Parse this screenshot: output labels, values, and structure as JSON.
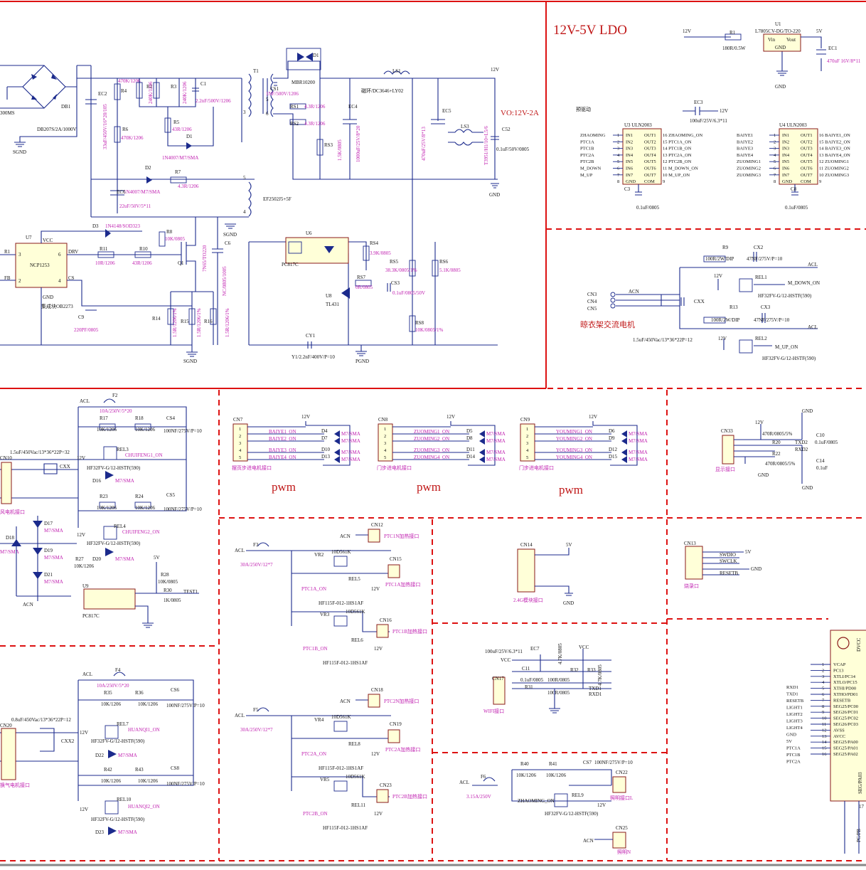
{
  "titles": {
    "ldo": "12V-5V LDO",
    "vo": "VO:12V-2A",
    "predrive": "预驱动",
    "motor": "晾衣架交流电机",
    "pwm1": "pwm",
    "pwm2": "pwm",
    "pwm3": "pwm"
  },
  "ldo": {
    "u1": "U1",
    "part": "L7805CV-DG/TO-220",
    "vin": "Vin",
    "vout": "Vout",
    "gnd": "GND",
    "r1": "R1",
    "r1_val": "180R/0.5W",
    "ec1": "EC1",
    "ec1_val": "470uF 16V/8*11",
    "net_in": "12V",
    "net_out": "5V",
    "ground": "GND"
  },
  "power": {
    "u7": "U7",
    "u7_part": "NCP1253",
    "u7_note": "集成块OB2273",
    "vcc": "VCC",
    "drv": "DRV",
    "cs": "CS",
    "fb": "FB",
    "gnd": "GND",
    "db1": "DB1",
    "db1_part": "DB207S/2A/1000V",
    "ec2": "EC2",
    "ec2_val": "33uF/450V/16*20/105",
    "r4": "R4",
    "r4_val": "470K/1206",
    "r6": "R6",
    "r6_val": "470K/1206",
    "r2": "R2",
    "r2_val": "240K/1206",
    "r3": "R3",
    "r3_val": "240K/1206",
    "c1": "C1",
    "c1_val": "2.2nF/500V/1206",
    "r5": "R5",
    "r5_val": "43R/1206",
    "d1": "D1",
    "d1_part": "1N4007/M7/SMA",
    "d2": "D2",
    "r7": "R7",
    "r7_val": "4.3R/1206",
    "ec6": "EC6",
    "ec6_part": "1N4007/M7/SMA",
    "ec6_val": "22uF/50V/5*11",
    "d3": "D3",
    "d3_part": "1N4148/SOD323",
    "r11": "R11",
    "r11_val": "10R/1206",
    "r10": "R10",
    "r10_val": "43R/1206",
    "r8": "R8",
    "r8_val": "10K/0805",
    "q1": "Q1",
    "q1_part": "7N65/TO220",
    "c6": "C6",
    "c6_val": "NC/0805/1005",
    "r14": "R14",
    "r14_val": "1.5R/1206/1%",
    "r15": "R15",
    "r15_val": "1.5R/1206/1%",
    "r16": "R16",
    "r16_val": "1.5R/1206/1%",
    "c9": "C9",
    "c9_val": "220PF/0805",
    "t1": "T1",
    "t1_part": "EF2502J5+5F",
    "cs1": "CS1",
    "cs1_val": "1NF/500V/1206",
    "d_out": "D1",
    "d_out_part": "MBR10200",
    "rs1": "RS1",
    "rs1_val": "4.3R/1206",
    "rs2": "RS2",
    "rs2_val": "4.3R/1206",
    "ec4": "EC4",
    "ec4_val": "1000uF/25V/8*20",
    "rs3": "RS3",
    "rs3_val": "1.5K/0805",
    "ls1": "LS1",
    "ls1_part": "磁环/DC3646+LY02",
    "ec5": "EC5",
    "ec5_val": "470uF/25V/8*13",
    "ls3": "LS3",
    "ls3_part": "T3951/H1/10+L5/6",
    "c52": "C52",
    "c52_val": "0.1uF/50V/0805",
    "net_12v": "12V",
    "u6": "U6",
    "u6_part": "PC817C",
    "rs4": "RS4",
    "rs4_val": "3.9K/0805",
    "rs5": "RS5",
    "rs5_val": "38.3K/0805/1%",
    "rs6": "RS6",
    "rs6_val": "5.1K/0805",
    "rs7": "RS7",
    "rs7_val": "0R/0805",
    "cs3": "CS3",
    "cs3_val": "0.1uF/0805/50V",
    "u8": "U8",
    "u8_part": "TL431",
    "rs8": "RS8",
    "rs8_val": "10K/0805/1%",
    "cy1": "CY1",
    "cy1_val": "Y1/2.2nF/400V/P=10",
    "sgnd": "SGND",
    "pgnd": "PGND",
    "cn_left": "R1",
    "fb_left": "FB",
    "v300": "300MS"
  },
  "predrive": {
    "u3": "U3 ULN2003",
    "u4": "U4 ULN2003",
    "ec3": "EC3",
    "ec3_val": "100uF/25V/6.3*11",
    "net_12v": "12V",
    "in_pins": [
      "IN1",
      "IN2",
      "IN3",
      "IN4",
      "IN5",
      "IN6",
      "IN7",
      "GND"
    ],
    "out_pins": [
      "OUT1",
      "OUT2",
      "OUT3",
      "OUT4",
      "OUT5",
      "OUT6",
      "OUT7",
      "COM"
    ],
    "u3_inputs": [
      "ZHAOMING",
      "PTC1A",
      "PTC1B",
      "PTC2A",
      "PTC2B",
      "M_DOWN",
      "M_UP"
    ],
    "u3_outputs": [
      "16 ZHAOMING_ON",
      "15 PTC1A_ON",
      "14 PTC1B_ON",
      "13 PTC2A_ON",
      "12 PTC2B_ON",
      "11 M_DOWN_ON",
      "10 M_UP_ON",
      "9"
    ],
    "u4_inputs": [
      "BAIYE1",
      "BAIYE2",
      "BAIYE3",
      "BAIYE4",
      "ZUOMING1",
      "ZUOMING2",
      "ZUOMING3"
    ],
    "u4_outputs": [
      "16 BAIYE1_ON",
      "15 BAIYE2_ON",
      "14 BAIYE3_ON",
      "13 BAIYE4_ON",
      "12 ZUOMING1",
      "11 ZUOMING2",
      "10 ZUOMING3",
      "9"
    ],
    "c3": "C3",
    "c3_val": "0.1uF/0805",
    "c8": "C8",
    "c8_val": "0.1uF/0805"
  },
  "motor": {
    "r9": "R9",
    "r9_val": "100R/2W/DIP",
    "cx2": "CX2",
    "cx2_val": "47NF/275V/P=10",
    "acl": "ACL",
    "acn": "ACN",
    "rel1": "REL1",
    "rel1_part": "HF32FV-G/12-HSTF(590)",
    "m_down": "M_DOWN_ON",
    "r13": "R13",
    "r13_val": "100R/2W/DIP",
    "cx3": "CX3",
    "cx3_val": "47NF/275V/P=10",
    "rel2": "REL2",
    "rel2_part": "HF32FV-G/12-HSTF(590)",
    "m_up": "M_UP_ON",
    "cxx": "CXX",
    "cxx_val": "1.5uF/450Vac/13*36*22P=12",
    "cn3": "CN3",
    "cn4": "CN4",
    "cn5": "CN5",
    "net_12v": "12V"
  },
  "pwm_blocks": [
    {
      "cn": "CN7",
      "nets": [
        "BAIYE1_ON",
        "BAIYE2_ON",
        "BAIYE3_ON",
        "BAIYE4_ON"
      ],
      "diodes": [
        "D4",
        "D7",
        "D10",
        "D13"
      ],
      "label": "摆页步进电机接口",
      "net_top": "12V"
    },
    {
      "cn": "CN8",
      "nets": [
        "ZUOMING1_ON",
        "ZUOMING2_ON",
        "ZUOMING3_ON",
        "ZUOMING4_ON"
      ],
      "diodes": [
        "D5",
        "D8",
        "D11",
        "D14"
      ],
      "label": "门步进电机接口",
      "net_top": "12V"
    },
    {
      "cn": "CN9",
      "nets": [
        "YOUMING1_ON",
        "YOUMING2_ON",
        "YOUMING3_ON",
        "YOUMING4_ON"
      ],
      "diodes": [
        "D6",
        "D9",
        "D12",
        "D15"
      ],
      "label": "门步进电机接口",
      "net_top": "12V"
    }
  ],
  "diode_part": "M7/SMA",
  "display": {
    "cn33": "CN33",
    "label": "显示接口",
    "r20": "R20",
    "r22": "R22",
    "r_val1": "470R/0805/5%",
    "r_val2": "470R/0805/5%",
    "c10": "C10",
    "c10_val": "0.1uF/0805",
    "c14": "C14",
    "c14_val": "0.1uF",
    "txd2": "TXD2",
    "rxd2": "RXD2",
    "gnd": "GND",
    "net_12v": "12V"
  },
  "fan": {
    "f2": "F2",
    "f2_val": "10A/250V/5*20",
    "acl": "ACL",
    "r17": "R17",
    "r17_val": "10K/1206",
    "r18": "R18",
    "r18_val": "10K/1206",
    "cs4": "CS4",
    "cs4_val": "100NF/275V/P=10",
    "rel3": "REL3",
    "rel3_part": "HF32FV-G/12-HSTF(590)",
    "chu1": "CHUIFENG1_ON",
    "d16": "D16",
    "r23": "R23",
    "r23_val": "10K/1206",
    "r24": "R24",
    "r24_val": "10K/1206",
    "cs5": "CS5",
    "cs5_val": "100NF/275V/P=10",
    "rel4": "REL4",
    "rel4_part": "HF32FV-G/12-HSTF(590)",
    "chu2": "CHUIFENG2_ON",
    "d20": "D20",
    "cn10": "CN10",
    "cx_val": "1.5uF/450Vac/13*36*22P=32",
    "cx": "CXX",
    "label": "风电机接口",
    "d17": "D17",
    "d18": "D18",
    "d19": "D19",
    "d21": "D21",
    "r27": "R27",
    "r27_val": "10K/1206",
    "r28": "R28",
    "r28_val": "10K/0805",
    "r30": "R30",
    "r30_val": "1K/0805",
    "u9": "U9",
    "u9_part": "PC817C",
    "test": "TEST1",
    "acn": "ACN",
    "net_5v": "5V",
    "net_12v": "12V"
  },
  "ptc": [
    {
      "f": "F3",
      "f_val": "30A/250V/12*7",
      "vr": "VR2",
      "vr_val": "10D561K",
      "rel": "REL5",
      "rel_part": "HF115F-012-1HS1AF",
      "cn_top": "CN12",
      "cn_top_label": "PTC1N加热接口",
      "cn_mid": "CN15",
      "cn_mid_label": "PTC1A加热接口",
      "on": "PTC1A_ON",
      "vr2": "VR3",
      "vr2_val": "10D561K",
      "rel2": "REL6",
      "cn_bot": "CN16",
      "cn_bot_label": "PTC1B加热接口",
      "on2": "PTC1B_ON"
    },
    {
      "f": "F5",
      "f_val": "30A/250V/12*7",
      "vr": "VR4",
      "vr_val": "10D561K",
      "rel": "REL8",
      "rel_part": "HF115F-012-1HS1AF",
      "cn_top": "CN18",
      "cn_top_label": "PTC2N加热接口",
      "cn_mid": "CN19",
      "cn_mid_label": "PTC2A加热接口",
      "on": "PTC2A_ON",
      "vr2": "VR5",
      "vr2_val": "10D561K",
      "rel2": "REL11",
      "cn_bot": "CN23",
      "cn_bot_label": "PTC2B加热接口",
      "on2": "PTC2B_ON"
    }
  ],
  "heat2": {
    "f4": "F4",
    "f4_val": "10A/250V/5*20",
    "r35": "R35",
    "r35_val": "10K/1206",
    "r36": "R36",
    "r36_val": "10K/1206",
    "cs6": "CS6",
    "cs6_val": "100NF/275V/P=10",
    "rel7": "REL7",
    "rel7_part": "HF32FV-G/12-HSTF(590)",
    "hq1": "HUANQI1_ON",
    "d22": "D22",
    "r42": "R42",
    "r42_val": "10K/1206",
    "r43": "R43",
    "r43_val": "10K/1206",
    "cs8": "CS8",
    "cs8_val": "100NF/275V/P=10",
    "rel10": "REL10",
    "rel10_part": "HF32FV-G/12-HSTF(590)",
    "hq2": "HUANQI2_ON",
    "d23": "D23",
    "cn20": "CN20",
    "cx_val": "0.8uF/450Vac/13*36*22P=12",
    "cx": "CXX2",
    "label": "换气电机接口"
  },
  "misc": {
    "cn14": "CN14",
    "cn14_label": "2.4G模块接口",
    "net_5v": "5V",
    "gnd": "GND",
    "cn13": "CN13",
    "cn13_label": "烧录口",
    "swdio": "SWDIO",
    "swclk": "SWCLK",
    "reset": "RESETB",
    "gnd2": "GND",
    "ec7": "EC7",
    "ec7_val": "100uF/25V/6.3*11",
    "c11": "C11",
    "c11_val": "0.1uF/0805",
    "r31": "R31",
    "r32": "R32",
    "r33": "R33",
    "r_val": "100R/0805",
    "r_val2": "4.7K/0805",
    "cn17": "CN17",
    "cn17_label": "WIFI接口",
    "txd": "TXD1",
    "rxd": "RXD1",
    "vcc": "VCC",
    "f6": "F6",
    "f6_val": "3.15A/250V",
    "r40": "R40",
    "r40_val": "10K/1206",
    "r41": "R41",
    "r41_val": "10K/1206",
    "cs7": "CS7",
    "cs7_val": "100NF/275V/P=10",
    "rel9": "REL9",
    "rel9_part": "HF32FV-G/12-HSTF(590)",
    "zhaoming": "ZHAOMING_ON",
    "cn22": "CN22",
    "cn22_label": "照明接口L",
    "cn25": "CN25",
    "cn25_label": "照明N",
    "acl": "ACL",
    "acn": "ACN",
    "net_12v": "12V"
  },
  "mcu": {
    "pins": [
      "VCAP",
      "PC13",
      "XTLI/PC14",
      "XTLO/PC15",
      "XTHI/PD00",
      "XTHO/PD01",
      "RESETB",
      "SEG25/PC00",
      "SEG26/PC01",
      "SEG25/PC02",
      "SEG26/PC03",
      "AVSS",
      "AVCC",
      "SEG25/PA00",
      "SEG25/PA01",
      "SEG25/PA02"
    ],
    "nets": [
      "RXD1",
      "TXD1",
      "RESETB",
      "LIGHT1",
      "LIGHT2",
      "LIGHT3",
      "LIGHT4",
      "GND",
      "5V",
      "PTC1A",
      "PTC1B",
      "PTC2A"
    ],
    "pin_nums": [
      "1",
      "2",
      "3",
      "4",
      "5",
      "6",
      "7",
      "8",
      "9",
      "10",
      "11",
      "12",
      "13",
      "14",
      "15",
      "16"
    ],
    "right_label1": "DVCC",
    "right_label2": "SEG/PA03",
    "right_label3": "PC/PB",
    "right_label4": "17"
  }
}
